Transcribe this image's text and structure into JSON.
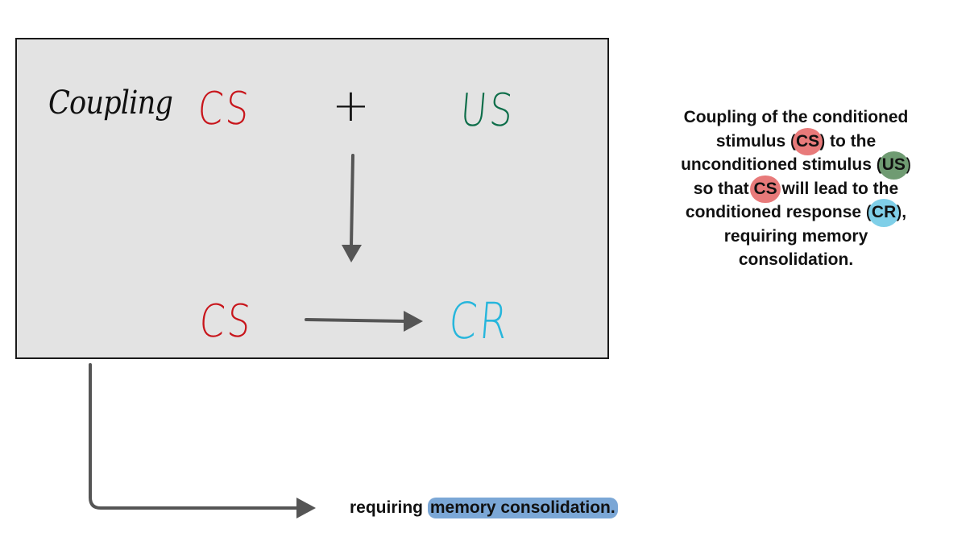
{
  "diagram": {
    "coupling_label": "Coupling",
    "top_cs": "CS",
    "plus": "+",
    "top_us": "US",
    "bottom_cs": "CS",
    "bottom_cr": "CR"
  },
  "explanation": {
    "line1": "Coupling of the conditioned",
    "line2_pre": "stimulus (",
    "line2_cs": "CS",
    "line2_post": ") to the",
    "line3_pre": "unconditioned stimulus (",
    "line3_us": "US",
    "line3_post": ")",
    "line4_pre": "so that ",
    "line4_cs": "CS",
    "line4_post": " will lead to the",
    "line5_pre": "conditioned response (",
    "line5_cr": "CR",
    "line5_post": "),",
    "line6": "requiring memory",
    "line7": "consolidation."
  },
  "footer": {
    "prefix": "requiring ",
    "highlight": "memory consolidation."
  },
  "colors": {
    "cs": "#c8151b",
    "us": "#0e6e4a",
    "cr": "#27b6dc",
    "cs_highlight": "#e87a7a",
    "us_highlight": "#6f9b72",
    "cr_highlight": "#7fcfe8",
    "footer_highlight": "#7ba7d6",
    "arrow": "#555555",
    "box_fill": "#e3e3e3"
  }
}
